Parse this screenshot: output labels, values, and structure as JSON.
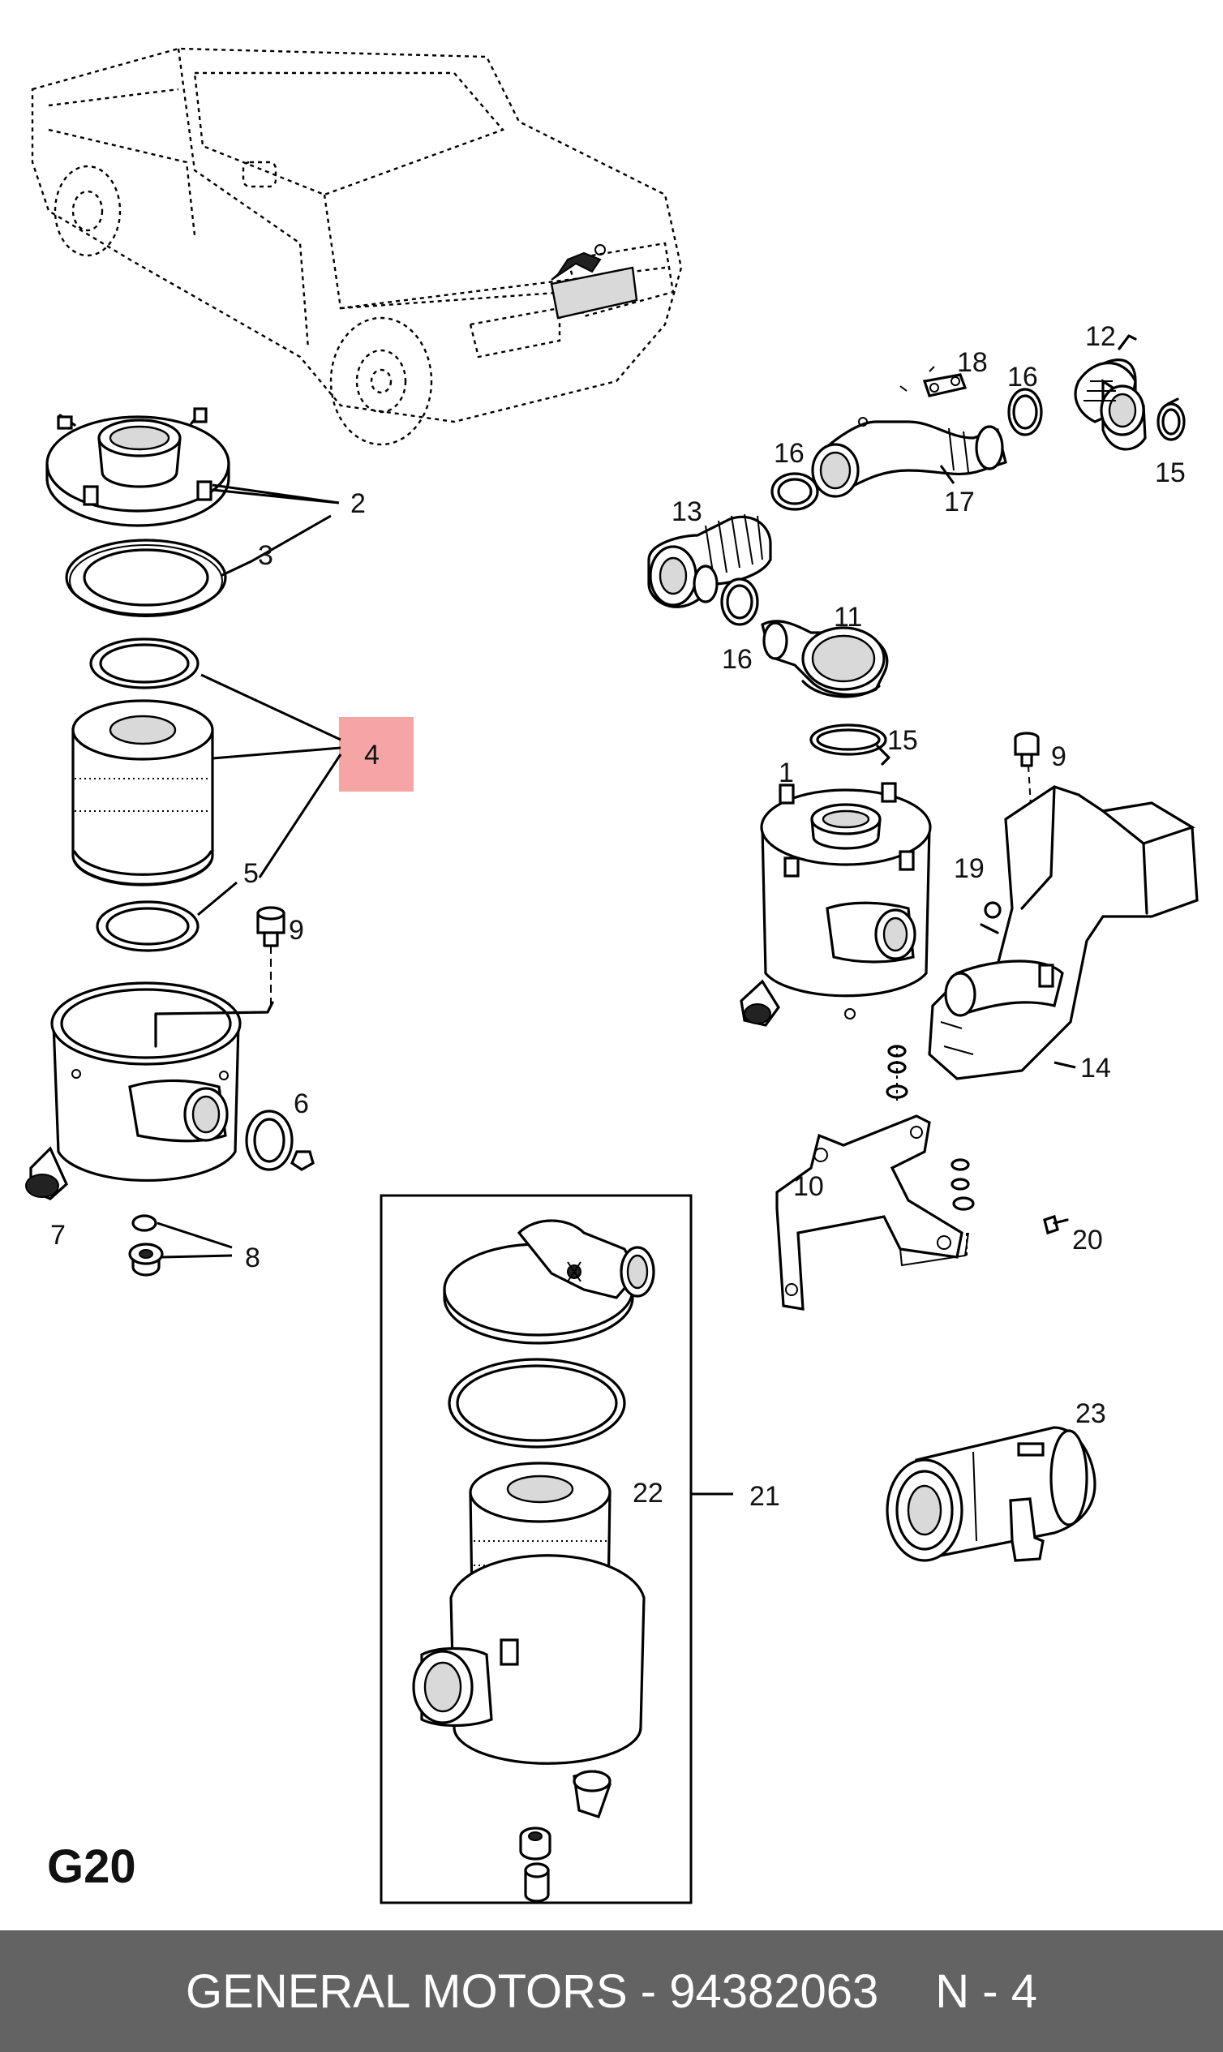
{
  "section_code": "G20",
  "footer": {
    "brand_part": "GENERAL MOTORS - 94382063",
    "page_ref": "N - 4"
  },
  "callouts": {
    "c1": "1",
    "c2": "2",
    "c3": "3",
    "c4": "4",
    "c5": "5",
    "c6": "6",
    "c7": "7",
    "c8": "8",
    "c9a": "9",
    "c9b": "9",
    "c10": "10",
    "c11": "11",
    "c12": "12",
    "c13": "13",
    "c14": "14",
    "c15a": "15",
    "c15b": "15",
    "c16a": "16",
    "c16b": "16",
    "c16c": "16",
    "c17": "17",
    "c18": "18",
    "c19": "19",
    "c20": "20",
    "c21": "21",
    "c22": "22",
    "c23": "23"
  },
  "highlighted_callout": "4",
  "colors": {
    "highlight": "#f59b9b",
    "footer_background": "#636363",
    "footer_text": "#ffffff"
  }
}
